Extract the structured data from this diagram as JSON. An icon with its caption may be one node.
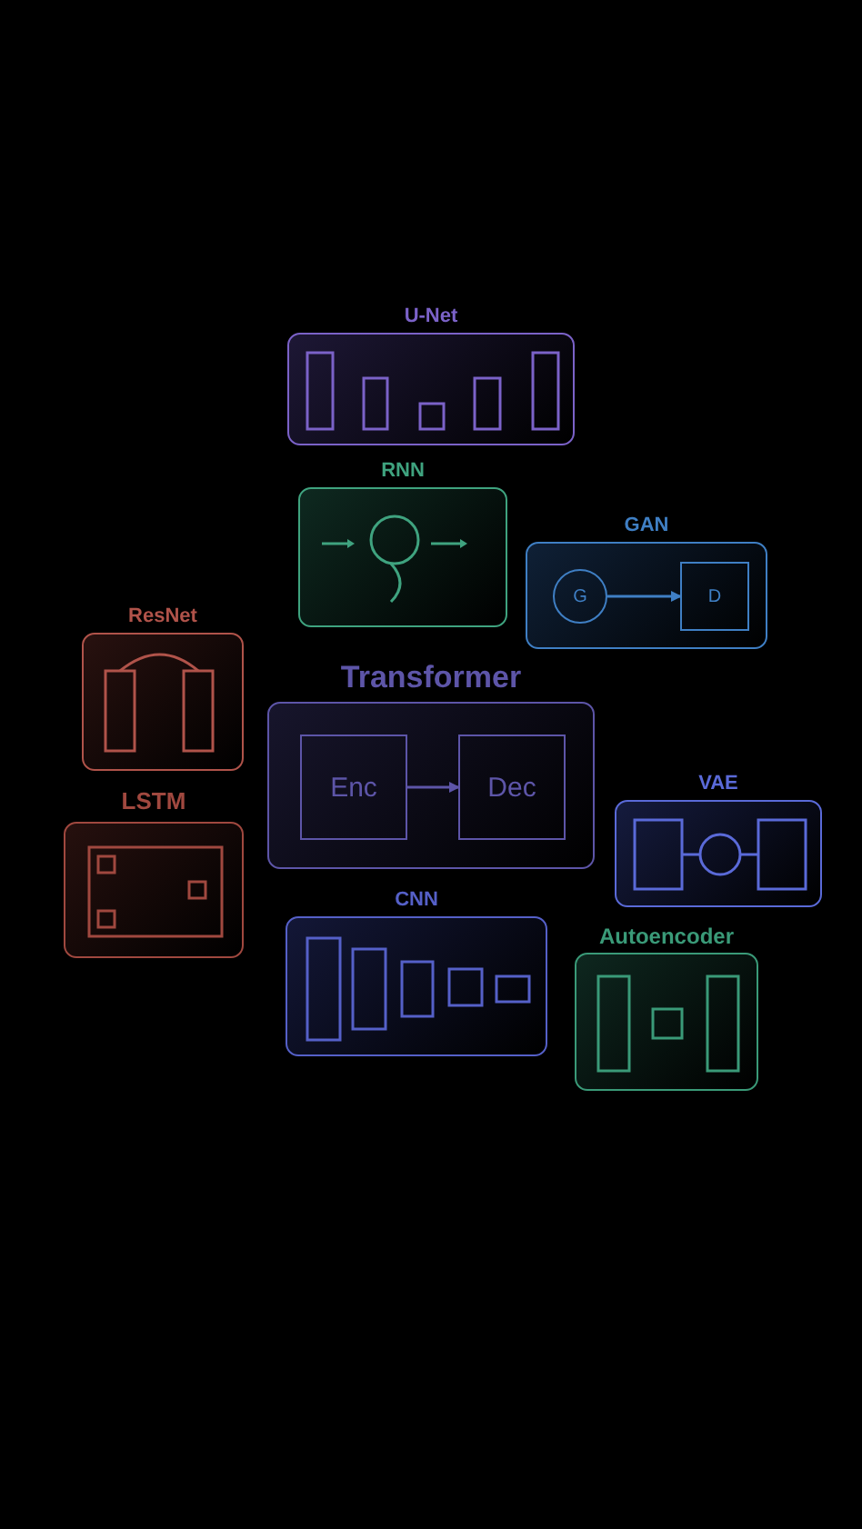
{
  "diagram": {
    "nodes": [
      {
        "text": [
          "U-Net"
        ]
      },
      {
        "text": [
          "RNN"
        ]
      },
      {
        "text": [
          "GAN"
        ]
      },
      {
        "text": [
          "G"
        ],
        "in": 2
      },
      {
        "text": [
          "D"
        ],
        "in": 2
      },
      {
        "text": [
          "ResNet"
        ]
      },
      {
        "text": [
          "Transformer"
        ]
      },
      {
        "text": [
          "Enc"
        ],
        "in": 6
      },
      {
        "text": [
          "Dec"
        ],
        "in": 6
      },
      {
        "text": [
          "LSTM"
        ]
      },
      {
        "text": [
          "VAE"
        ]
      },
      {
        "text": [
          "CNN"
        ]
      },
      {
        "text": [
          "Autoencoder"
        ]
      }
    ],
    "edges": [
      {
        "from": 3,
        "to": 4,
        "arrow": "to"
      },
      {
        "from": 7,
        "to": 8,
        "arrow": "to"
      }
    ]
  }
}
